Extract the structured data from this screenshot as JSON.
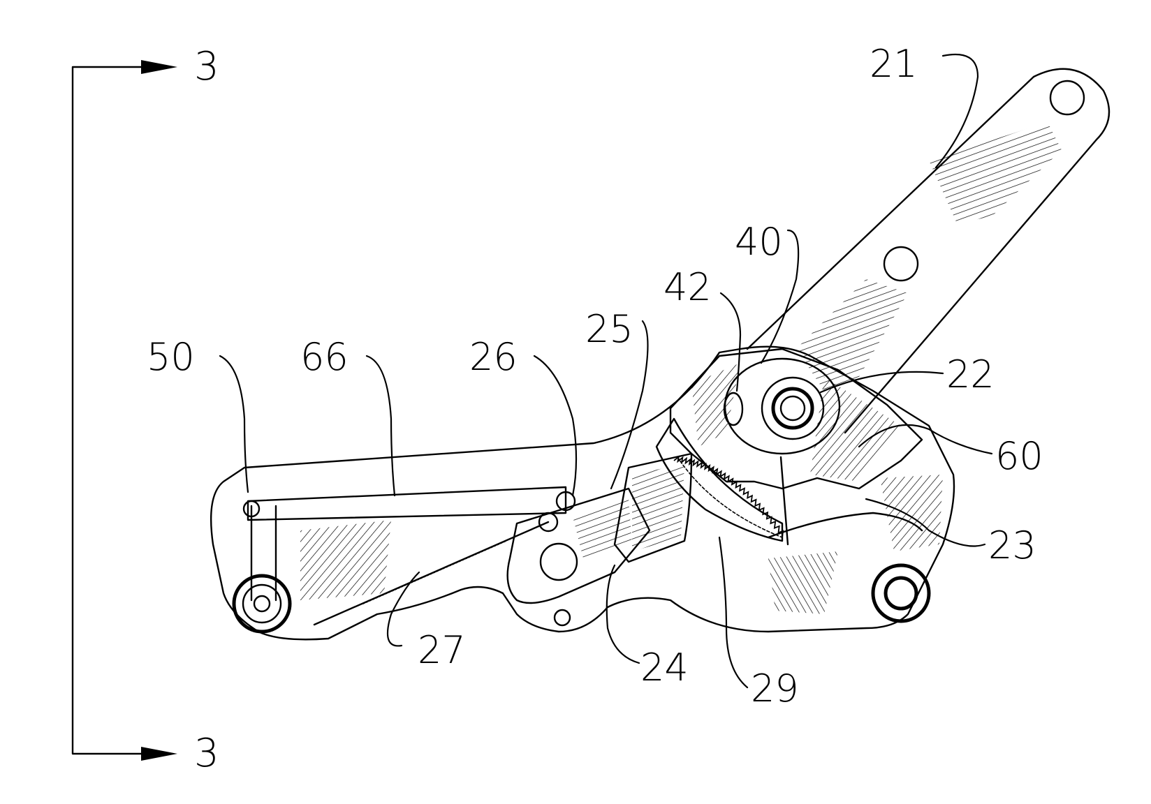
{
  "section_marker": {
    "top": "3",
    "bottom": "3"
  },
  "reference_numerals": {
    "arm_upper": "21",
    "pivot_shaft": "22",
    "sector_gear_plate": "23",
    "pawl": "24",
    "pawl_lever": "25",
    "link_pin": "26",
    "spring": "27",
    "toothed_sector": "29",
    "cam_plate": "40",
    "slot": "42",
    "base_bracket": "50",
    "cam_disk": "60",
    "connecting_link": "66"
  }
}
